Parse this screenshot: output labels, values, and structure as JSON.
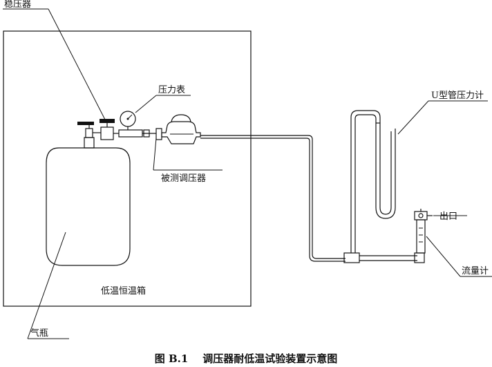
{
  "labels": {
    "stabilizer": "稳压器",
    "pressure_gauge": "压力表",
    "regulator_under_test": "被测调压器",
    "u_manometer": "U型管压力计",
    "outlet": "出口",
    "flowmeter": "流量计",
    "low_temp_chamber": "低温恒温箱",
    "gas_cylinder": "气瓶"
  },
  "caption": "图 B.1    调压器耐低温试验装置示意图"
}
